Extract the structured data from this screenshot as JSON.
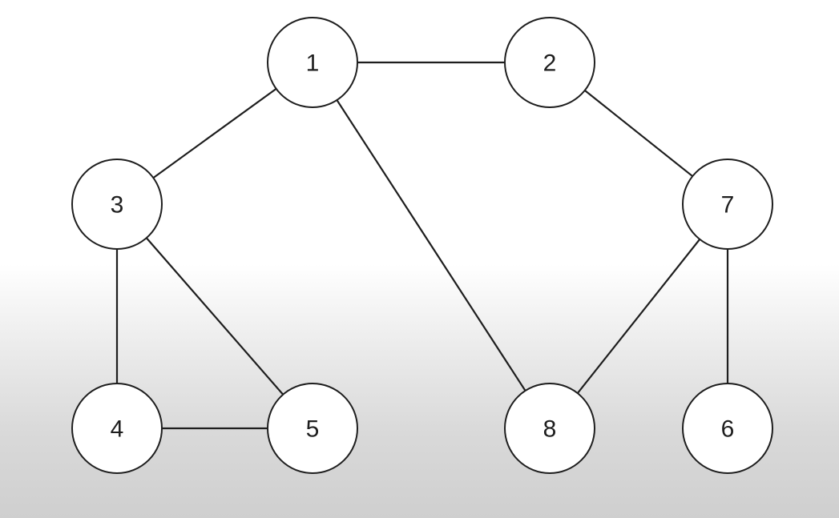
{
  "graph": {
    "nodes": [
      {
        "id": "1",
        "label": "1"
      },
      {
        "id": "2",
        "label": "2"
      },
      {
        "id": "3",
        "label": "3"
      },
      {
        "id": "7",
        "label": "7"
      },
      {
        "id": "4",
        "label": "4"
      },
      {
        "id": "5",
        "label": "5"
      },
      {
        "id": "8",
        "label": "8"
      },
      {
        "id": "6",
        "label": "6"
      }
    ],
    "edges": [
      {
        "from": "1",
        "to": "2"
      },
      {
        "from": "1",
        "to": "3"
      },
      {
        "from": "1",
        "to": "8"
      },
      {
        "from": "2",
        "to": "7"
      },
      {
        "from": "3",
        "to": "4"
      },
      {
        "from": "3",
        "to": "5"
      },
      {
        "from": "4",
        "to": "5"
      },
      {
        "from": "7",
        "to": "8"
      },
      {
        "from": "7",
        "to": "6"
      }
    ],
    "colors": {
      "stroke": "#1e1e1e",
      "node_fill": "#ffffff"
    }
  }
}
